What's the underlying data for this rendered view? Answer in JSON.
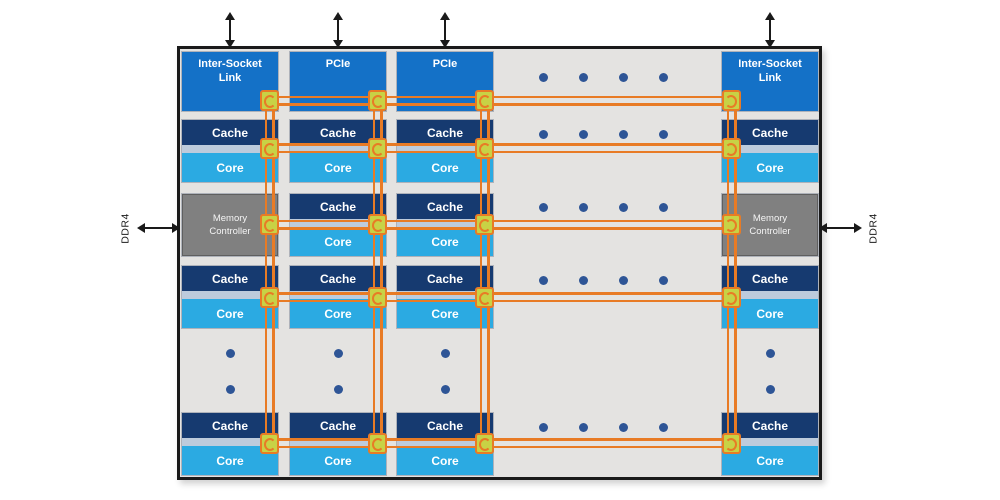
{
  "diagram": {
    "type": "processor-die-mesh-floorplan",
    "die_background": "#e4e3e1",
    "die_border": "#1a1a1a"
  },
  "labels": {
    "inter_socket_link": "Inter-Socket\nLink",
    "pcie": "PCIe",
    "cache": "Cache",
    "core": "Core",
    "memory_controller": "Memory\nController",
    "ddr4": "DDR4"
  },
  "colors": {
    "io_tile": "#1471c7",
    "cache_tile": "#163a70",
    "core_tile": "#2baae2",
    "memory_controller_tile": "#808080",
    "cache_core_divider": "#bdcbdc",
    "mesh_line": "#e87b25",
    "router_fill": "#c8d245",
    "router_border": "#e87b25",
    "ellipsis_dot": "#2e5596",
    "arrow": "#1a1a1a"
  },
  "grid": {
    "columns": 5,
    "rows": [
      [
        "Inter-Socket Link",
        "PCIe",
        "PCIe",
        "....",
        "Inter-Socket Link"
      ],
      [
        "Cache/Core",
        "Cache/Core",
        "Cache/Core",
        "....",
        "Cache/Core"
      ],
      [
        "Memory Controller",
        "Cache/Core",
        "Cache/Core",
        "....",
        "Memory Controller"
      ],
      [
        "Cache/Core",
        "Cache/Core",
        "Cache/Core",
        "....",
        "Cache/Core"
      ],
      [
        ":",
        ":",
        ":",
        "",
        ":"
      ],
      [
        "Cache/Core",
        "Cache/Core",
        "Cache/Core",
        "....",
        "Cache/Core"
      ]
    ]
  }
}
